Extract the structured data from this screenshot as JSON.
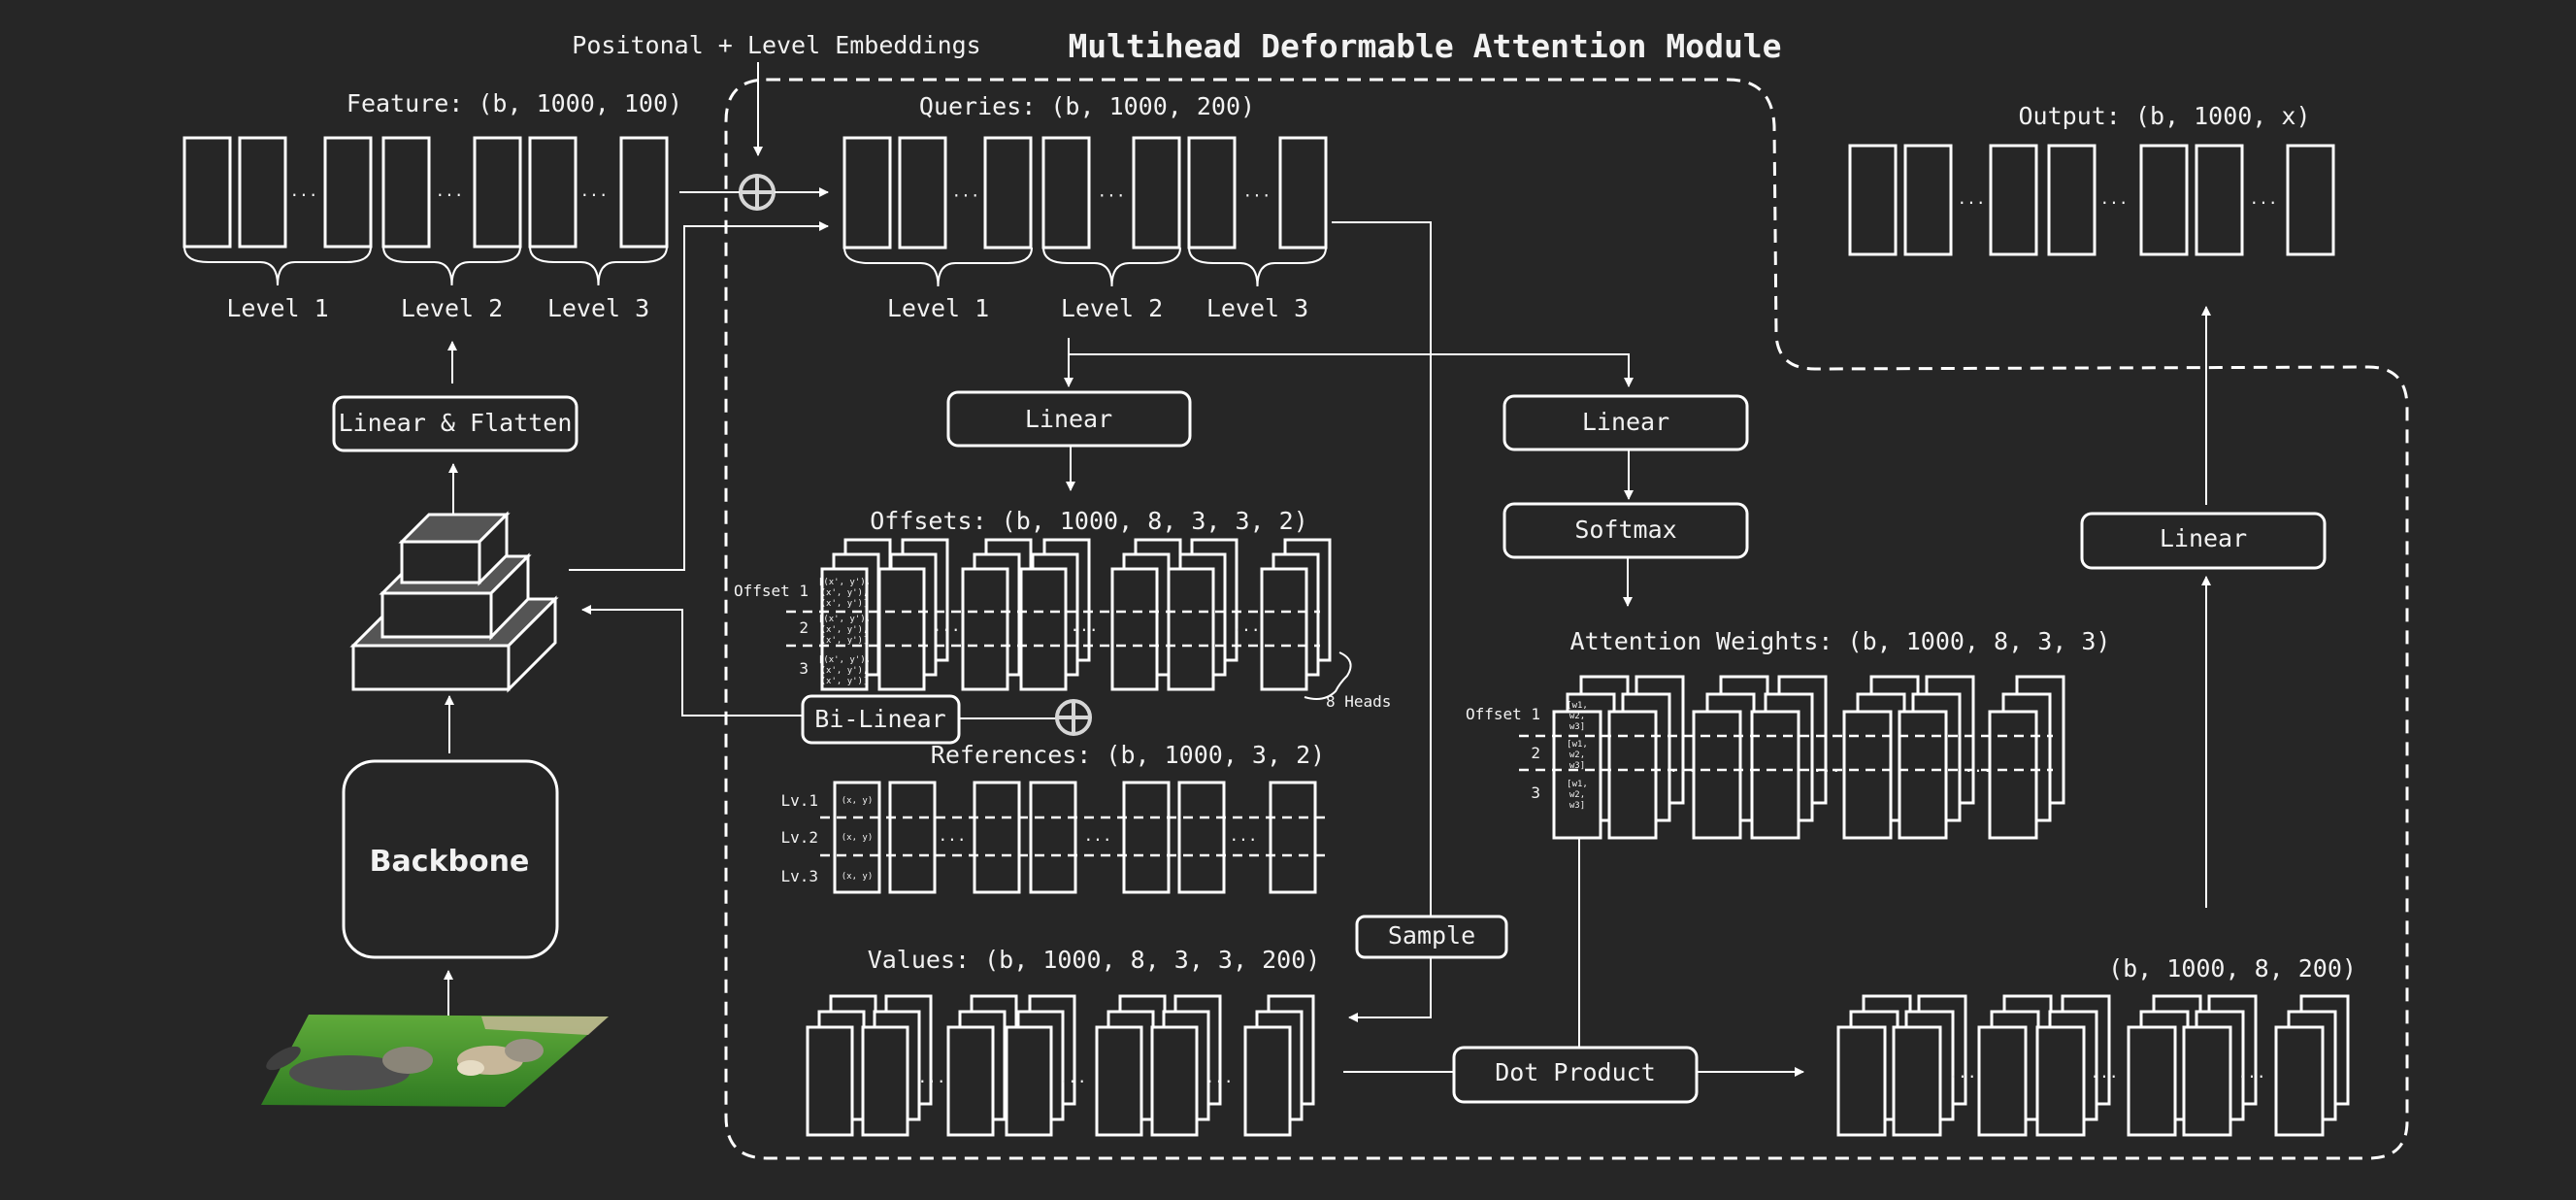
{
  "title": "Multihead Deformable Attention Module",
  "embeddings_label": "Positonal + Level Embeddings",
  "feature": {
    "label": "Feature: (b, 1000, 100)",
    "levels": [
      "Level 1",
      "Level 2",
      "Level 3"
    ]
  },
  "queries": {
    "label": "Queries: (b, 1000, 200)",
    "levels": [
      "Level 1",
      "Level 2",
      "Level 3"
    ]
  },
  "output": {
    "label": "Output: (b, 1000, x)"
  },
  "blocks": {
    "linear_flatten": "Linear & Flatten",
    "backbone": "Backbone",
    "linear_offsets": "Linear",
    "linear_weights": "Linear",
    "softmax": "Softmax",
    "linear_output": "Linear",
    "bilinear": "Bi-Linear",
    "sample": "Sample",
    "dot_product": "Dot Product"
  },
  "offsets": {
    "label": "Offsets: (b, 1000, 8, 3, 3, 2)",
    "rows": [
      "Offset 1",
      "2",
      "3"
    ],
    "cell_lines": [
      "[(x', y'),",
      "(x', y'),",
      "(x', y')]"
    ],
    "heads_label": "8 Heads"
  },
  "attention_weights": {
    "label": "Attention Weights: (b, 1000, 8, 3, 3)",
    "rows": [
      "Offset 1",
      "2",
      "3"
    ],
    "cell_lines": [
      "[w1,",
      "w2,",
      "w3]"
    ]
  },
  "references": {
    "label": "References: (b, 1000, 3, 2)",
    "rows": [
      "Lv.1",
      "Lv.2",
      "Lv.3"
    ],
    "cell": "(x, y)"
  },
  "values": {
    "label": "Values: (b, 1000, 8, 3, 3, 200)"
  },
  "sampled": {
    "label": "(b, 1000, 8, 200)"
  },
  "ellipsis": "...",
  "input_image": {
    "description": "two dogs playing on grass"
  },
  "colors": {
    "background": "#262626",
    "stroke": "#ffffff",
    "pyramid_top": "#555555"
  }
}
